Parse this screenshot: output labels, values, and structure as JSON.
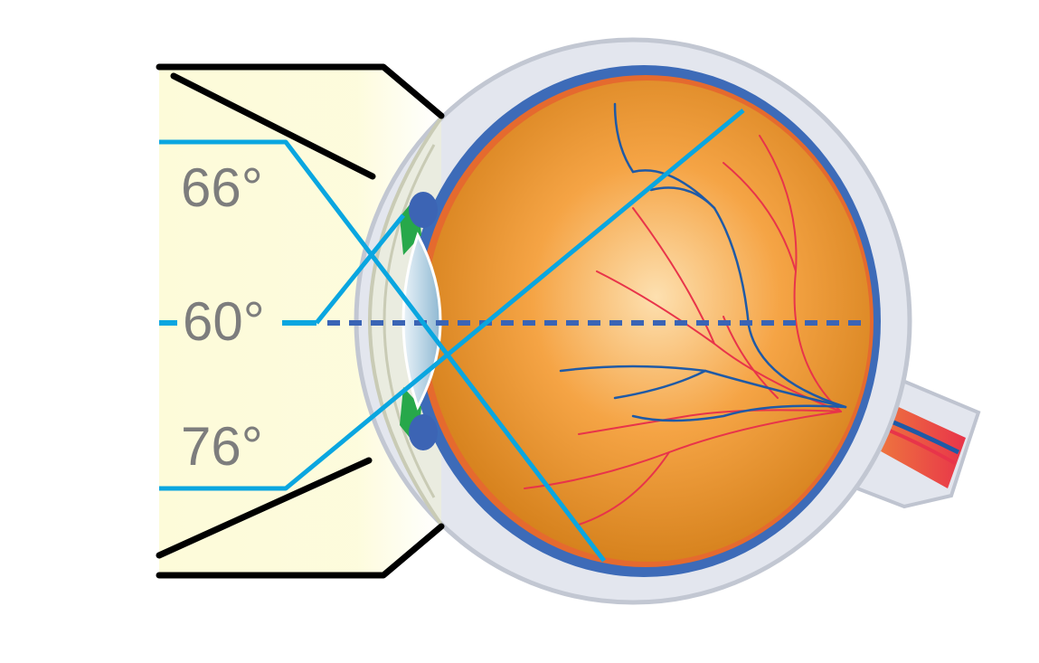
{
  "diagram": {
    "labels": {
      "top": "66°",
      "middle": "60°",
      "bottom": "76°"
    },
    "colors": {
      "background": "#ffffff",
      "field_panel": "#fdfbd9",
      "panel_outline": "#000000",
      "light_ray": "#0aa6e0",
      "optical_axis": "#3a64b5",
      "label_text": "#7d7d7d",
      "sclera": "#e3e6ee",
      "choroid": "#3d6bb8",
      "retina_rim": "#e56a2e",
      "eye_interior_center": "#fde0b0",
      "eye_interior_edge": "#cf7a14",
      "lens": "#bcd6e6",
      "iris": "#3c64b4",
      "ciliary": "#27a84a",
      "artery": "#e8344a",
      "vein": "#1f5aa6",
      "optic_nerve": "#e8553a"
    }
  }
}
